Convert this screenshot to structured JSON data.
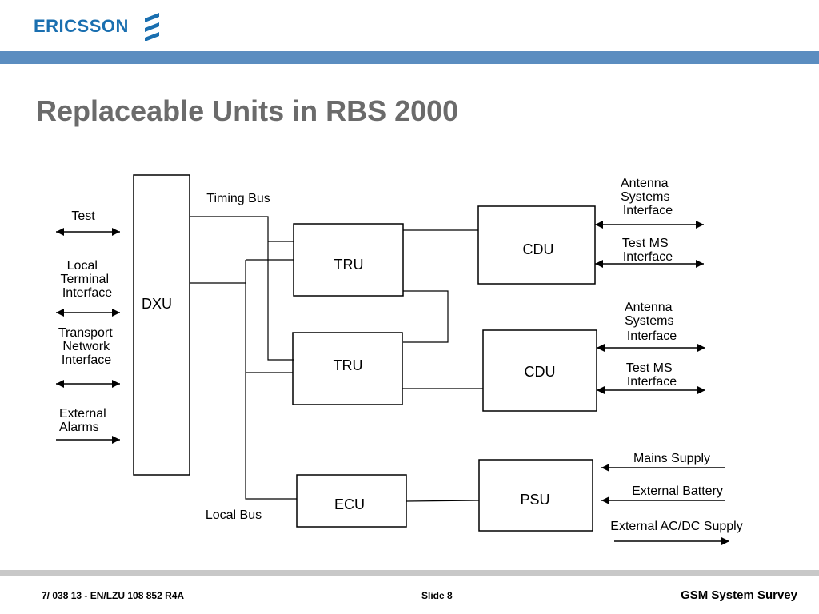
{
  "header": {
    "logo_text": "ERICSSON",
    "logo_icon": "ericsson-stripes-icon",
    "brand_color": "#1a6fb0",
    "band_color": "#5b8dc0"
  },
  "slide": {
    "title": "Replaceable Units in RBS 2000"
  },
  "diagram": {
    "units": {
      "dxu": "DXU",
      "tru_1": "TRU",
      "tru_2": "TRU",
      "cdu_1": "CDU",
      "cdu_2": "CDU",
      "ecu": "ECU",
      "psu": "PSU"
    },
    "bus_labels": {
      "timing_bus": "Timing Bus",
      "local_bus": "Local Bus"
    },
    "left_interfaces": {
      "test": [
        "Test"
      ],
      "local_terminal": [
        "Local",
        "Terminal",
        "Interface"
      ],
      "transport_network": [
        "Transport",
        "Network",
        "Interface"
      ],
      "external_alarms": [
        "External",
        "Alarms"
      ]
    },
    "right_interfaces": {
      "antenna_1": [
        "Antenna",
        "Systems",
        "Interface"
      ],
      "test_ms_1": [
        "Test MS",
        "Interface"
      ],
      "antenna_2": [
        "Antenna",
        "Systems",
        "Interface"
      ],
      "test_ms_2": [
        "Test MS",
        "Interface"
      ]
    },
    "power_inputs": {
      "mains": "Mains Supply",
      "battery": "External Battery",
      "ac_dc": "External AC/DC Supply"
    }
  },
  "footer": {
    "doc_ref": "7/ 038 13 - EN/LZU 108 852  R4A",
    "slide_number": "Slide 8",
    "presentation_title": "GSM System Survey"
  }
}
